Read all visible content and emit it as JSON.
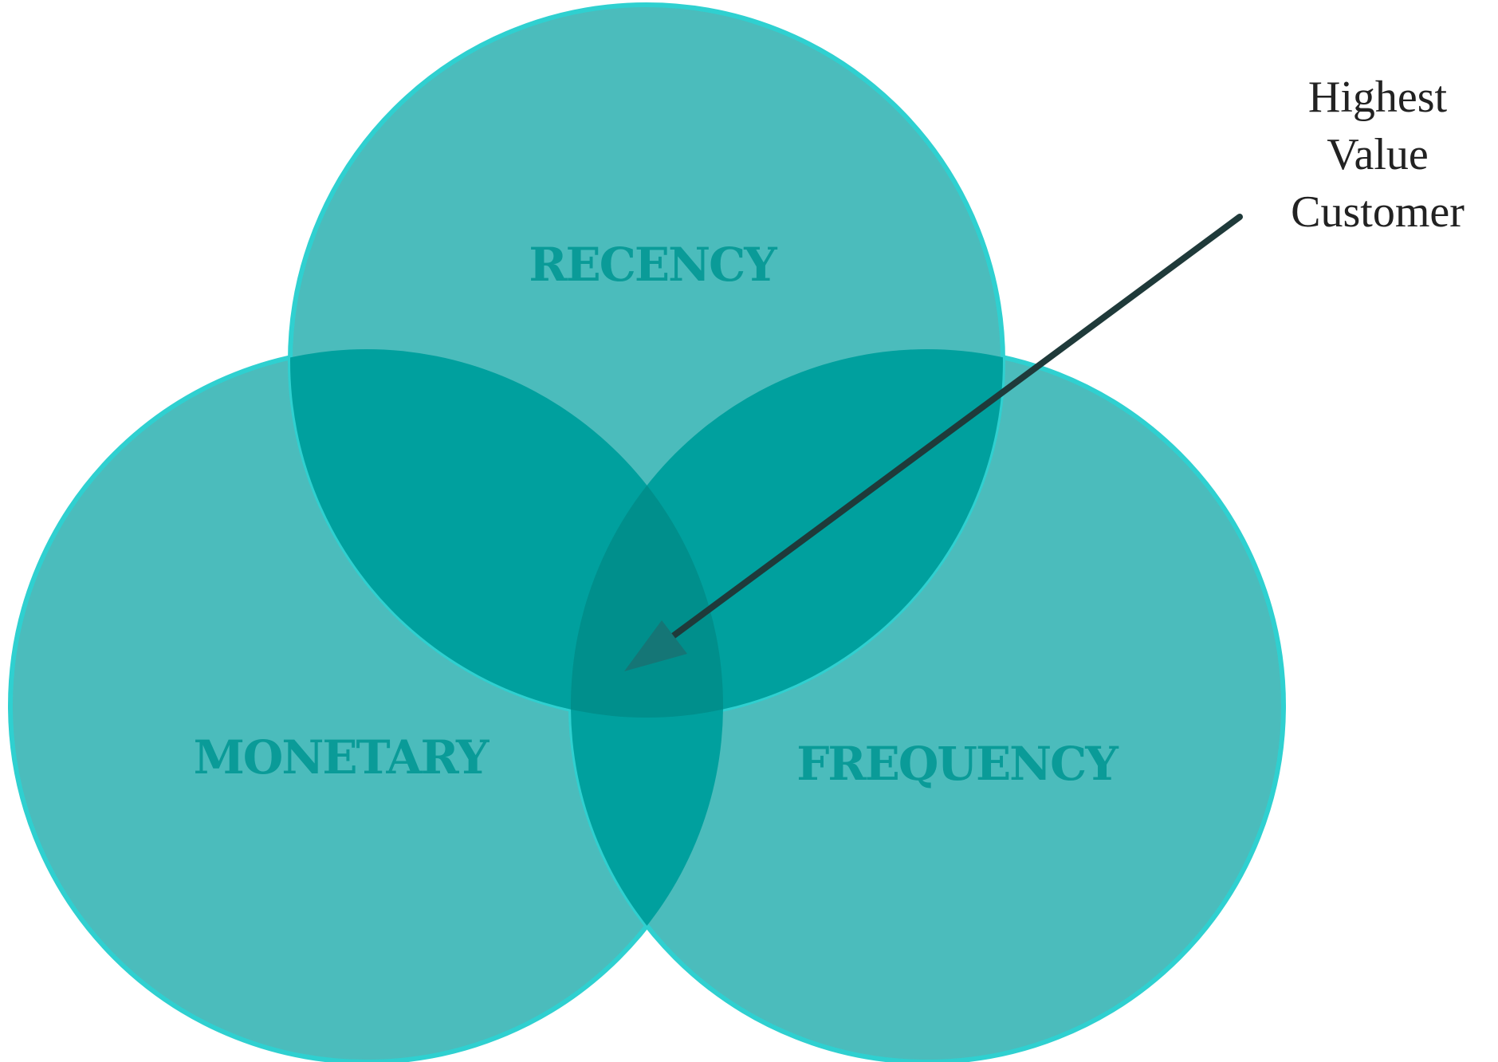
{
  "diagram": {
    "sets": [
      {
        "id": "recency",
        "label": "RECENCY"
      },
      {
        "id": "monetary",
        "label": "MONETARY"
      },
      {
        "id": "frequency",
        "label": "FREQUENCY"
      }
    ],
    "callout": {
      "lines": [
        "Highest",
        "Value",
        "Customer"
      ],
      "points_to": "intersection of all three sets"
    },
    "colors": {
      "circle_fill": "#4bbcbc",
      "circle_stroke": "#2fd0d0",
      "pair_overlap": "#00a09e",
      "triple_overlap": "#008f8c",
      "label_text": "#0a9b98",
      "callout_text": "#222222",
      "arrow": "#1f3a3a"
    }
  }
}
